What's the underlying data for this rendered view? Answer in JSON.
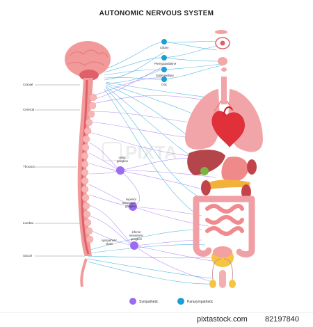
{
  "title": "AUTONOMIC NERVOUS SYSTEM",
  "regions": {
    "cranial": "Cranial",
    "cervical": "Cervical",
    "thoracic": "Thoracic",
    "lumbar": "Lumbar",
    "sacral": "Sacral"
  },
  "targets": {
    "ciliary": "Ciliary",
    "pterygopalatine": "Pterygopalatine",
    "submaxillary": "Submaxillary",
    "otic": "Otic"
  },
  "ganglia": {
    "celiac": "celiac\nganglion",
    "superior_mesenteric": "superior\nmesenteric\nganglion",
    "inferior_mesenteric": "inferior\nmesenteric\nganglion",
    "sympathetic_chain": "sympathetic\nchain"
  },
  "legend": {
    "sympathetic": "Sympathetic",
    "parasympathetic": "Parasympathetic"
  },
  "colors": {
    "sympathetic": "#9b6bf2",
    "parasympathetic": "#1a9fd6",
    "tissue": "#f29a9a",
    "tissue_dark": "#e0606a"
  },
  "watermark": "PIXTA",
  "footer": {
    "brand": "pixtastock.com",
    "id": "82197840"
  }
}
